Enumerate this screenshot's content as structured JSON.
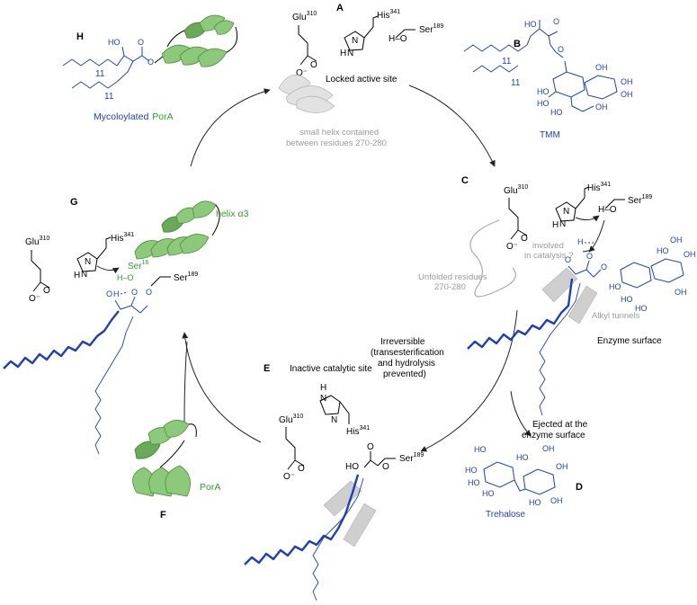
{
  "panels": {
    "A": {
      "letter": "A",
      "glu": "Glu",
      "glu_sup": "310",
      "his": "His",
      "his_sup": "341",
      "ser": "Ser",
      "ser_sup": "189",
      "caption": "Locked active site",
      "note_line1": "small helix contained",
      "note_line2": "between residues 270-280"
    },
    "B": {
      "letter": "B",
      "name": "TMM",
      "chain_sub": "11"
    },
    "C": {
      "letter": "C",
      "glu": "Glu",
      "glu_sup": "310",
      "his": "His",
      "his_sup": "341",
      "ser": "Ser",
      "ser_sup": "189",
      "involved_line1": "involved",
      "involved_line2": "in catalysis ?",
      "unfolded_line1": "Unfolded residues",
      "unfolded_line2": "270-280",
      "alkyl_tunnels": "Alkyl tunnels",
      "enzyme_surface": "Enzyme surface"
    },
    "D": {
      "letter": "D",
      "name": "Trehalose",
      "ejected_line1": "Ejected at the",
      "ejected_line2": "enzyme surface"
    },
    "E": {
      "letter": "E",
      "caption": "Inactive catalytic site",
      "glu": "Glu",
      "glu_sup": "310",
      "his": "His",
      "his_sup": "341",
      "ser": "Ser",
      "ser_sup": "189",
      "irreversible_line1": "Irreversible",
      "irreversible_line2": "(transesterification",
      "irreversible_line3": "and hydrolysis",
      "irreversible_line4": "prevented)"
    },
    "F": {
      "letter": "F",
      "name": "PorA"
    },
    "G": {
      "letter": "G",
      "glu": "Glu",
      "glu_sup": "310",
      "his": "His",
      "his_sup": "341",
      "ser": "Ser",
      "ser_sup": "189",
      "ser_porA": "Ser",
      "ser_porA_sup": "16",
      "helix": "helix α3"
    },
    "H": {
      "letter": "H",
      "name_part1": "Mycoloylated",
      "name_part2": "PorA",
      "chain_sub": "11"
    }
  },
  "atoms": {
    "O": "O",
    "HO": "HO",
    "OH": "OH",
    "H": "H",
    "N": "N",
    "O_minus": "O⁻",
    "H_O": "H–O"
  },
  "colors": {
    "mycolate_blue": "#1f3fb4",
    "porA_green": "#2e9a2e",
    "helix_fill": "#8cc97a",
    "annotation_gray": "#9a9a9a"
  }
}
